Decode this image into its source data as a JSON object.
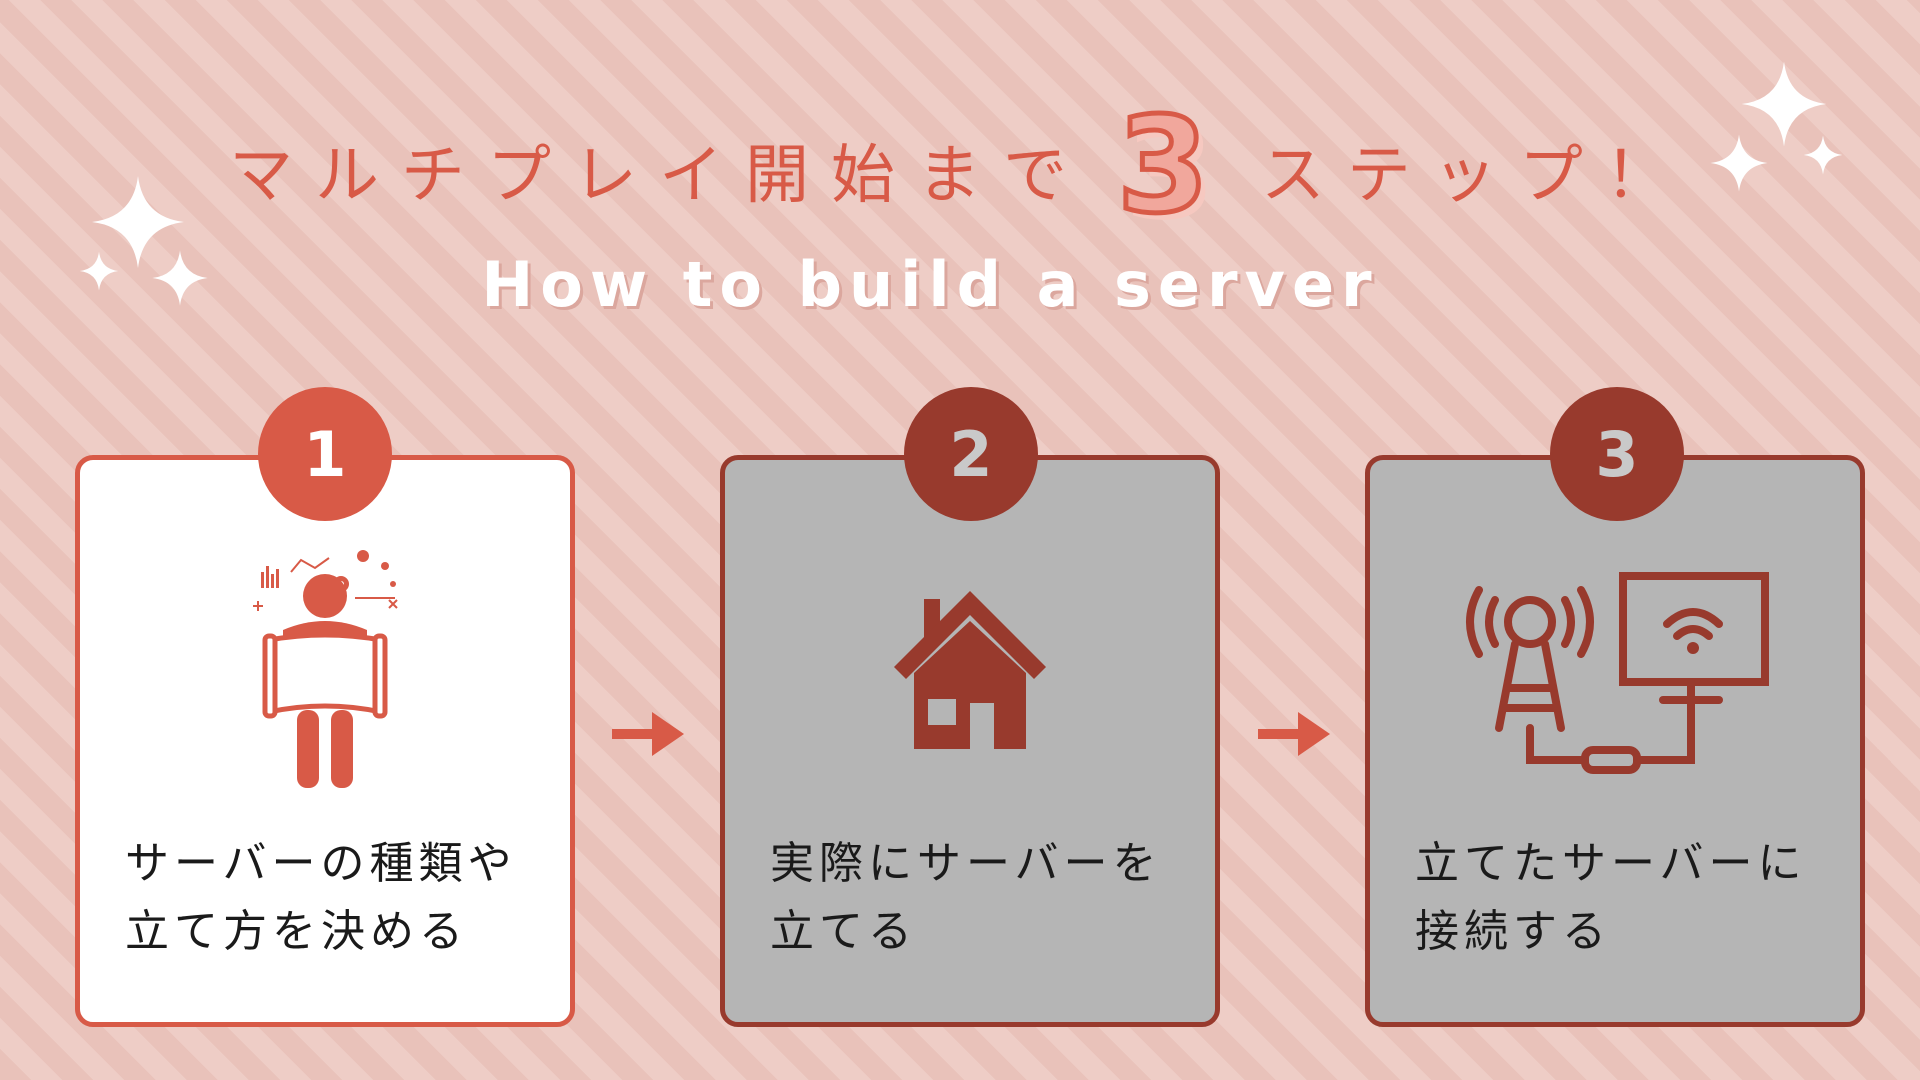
{
  "header": {
    "title_prefix": "マルチプレイ開始まで",
    "title_number": "3",
    "title_suffix": "ステップ！",
    "subtitle": "How to build a server"
  },
  "steps": [
    {
      "number": "1",
      "line1": "サーバーの種類や",
      "line2": "立て方を決める",
      "icon": "person-reading-blueprint-icon",
      "active": true
    },
    {
      "number": "2",
      "line1": "実際にサーバーを",
      "line2": "立てる",
      "icon": "house-icon",
      "active": false
    },
    {
      "number": "3",
      "line1": "立てたサーバーに",
      "line2": "接続する",
      "icon": "antenna-monitor-connection-icon",
      "active": false
    }
  ],
  "colors": {
    "background": "#ebc9c1",
    "accent": "#d85a47",
    "accent_dark": "#983a2d",
    "card_active": "#ffffff",
    "card_inactive": "#b5b5b5"
  }
}
